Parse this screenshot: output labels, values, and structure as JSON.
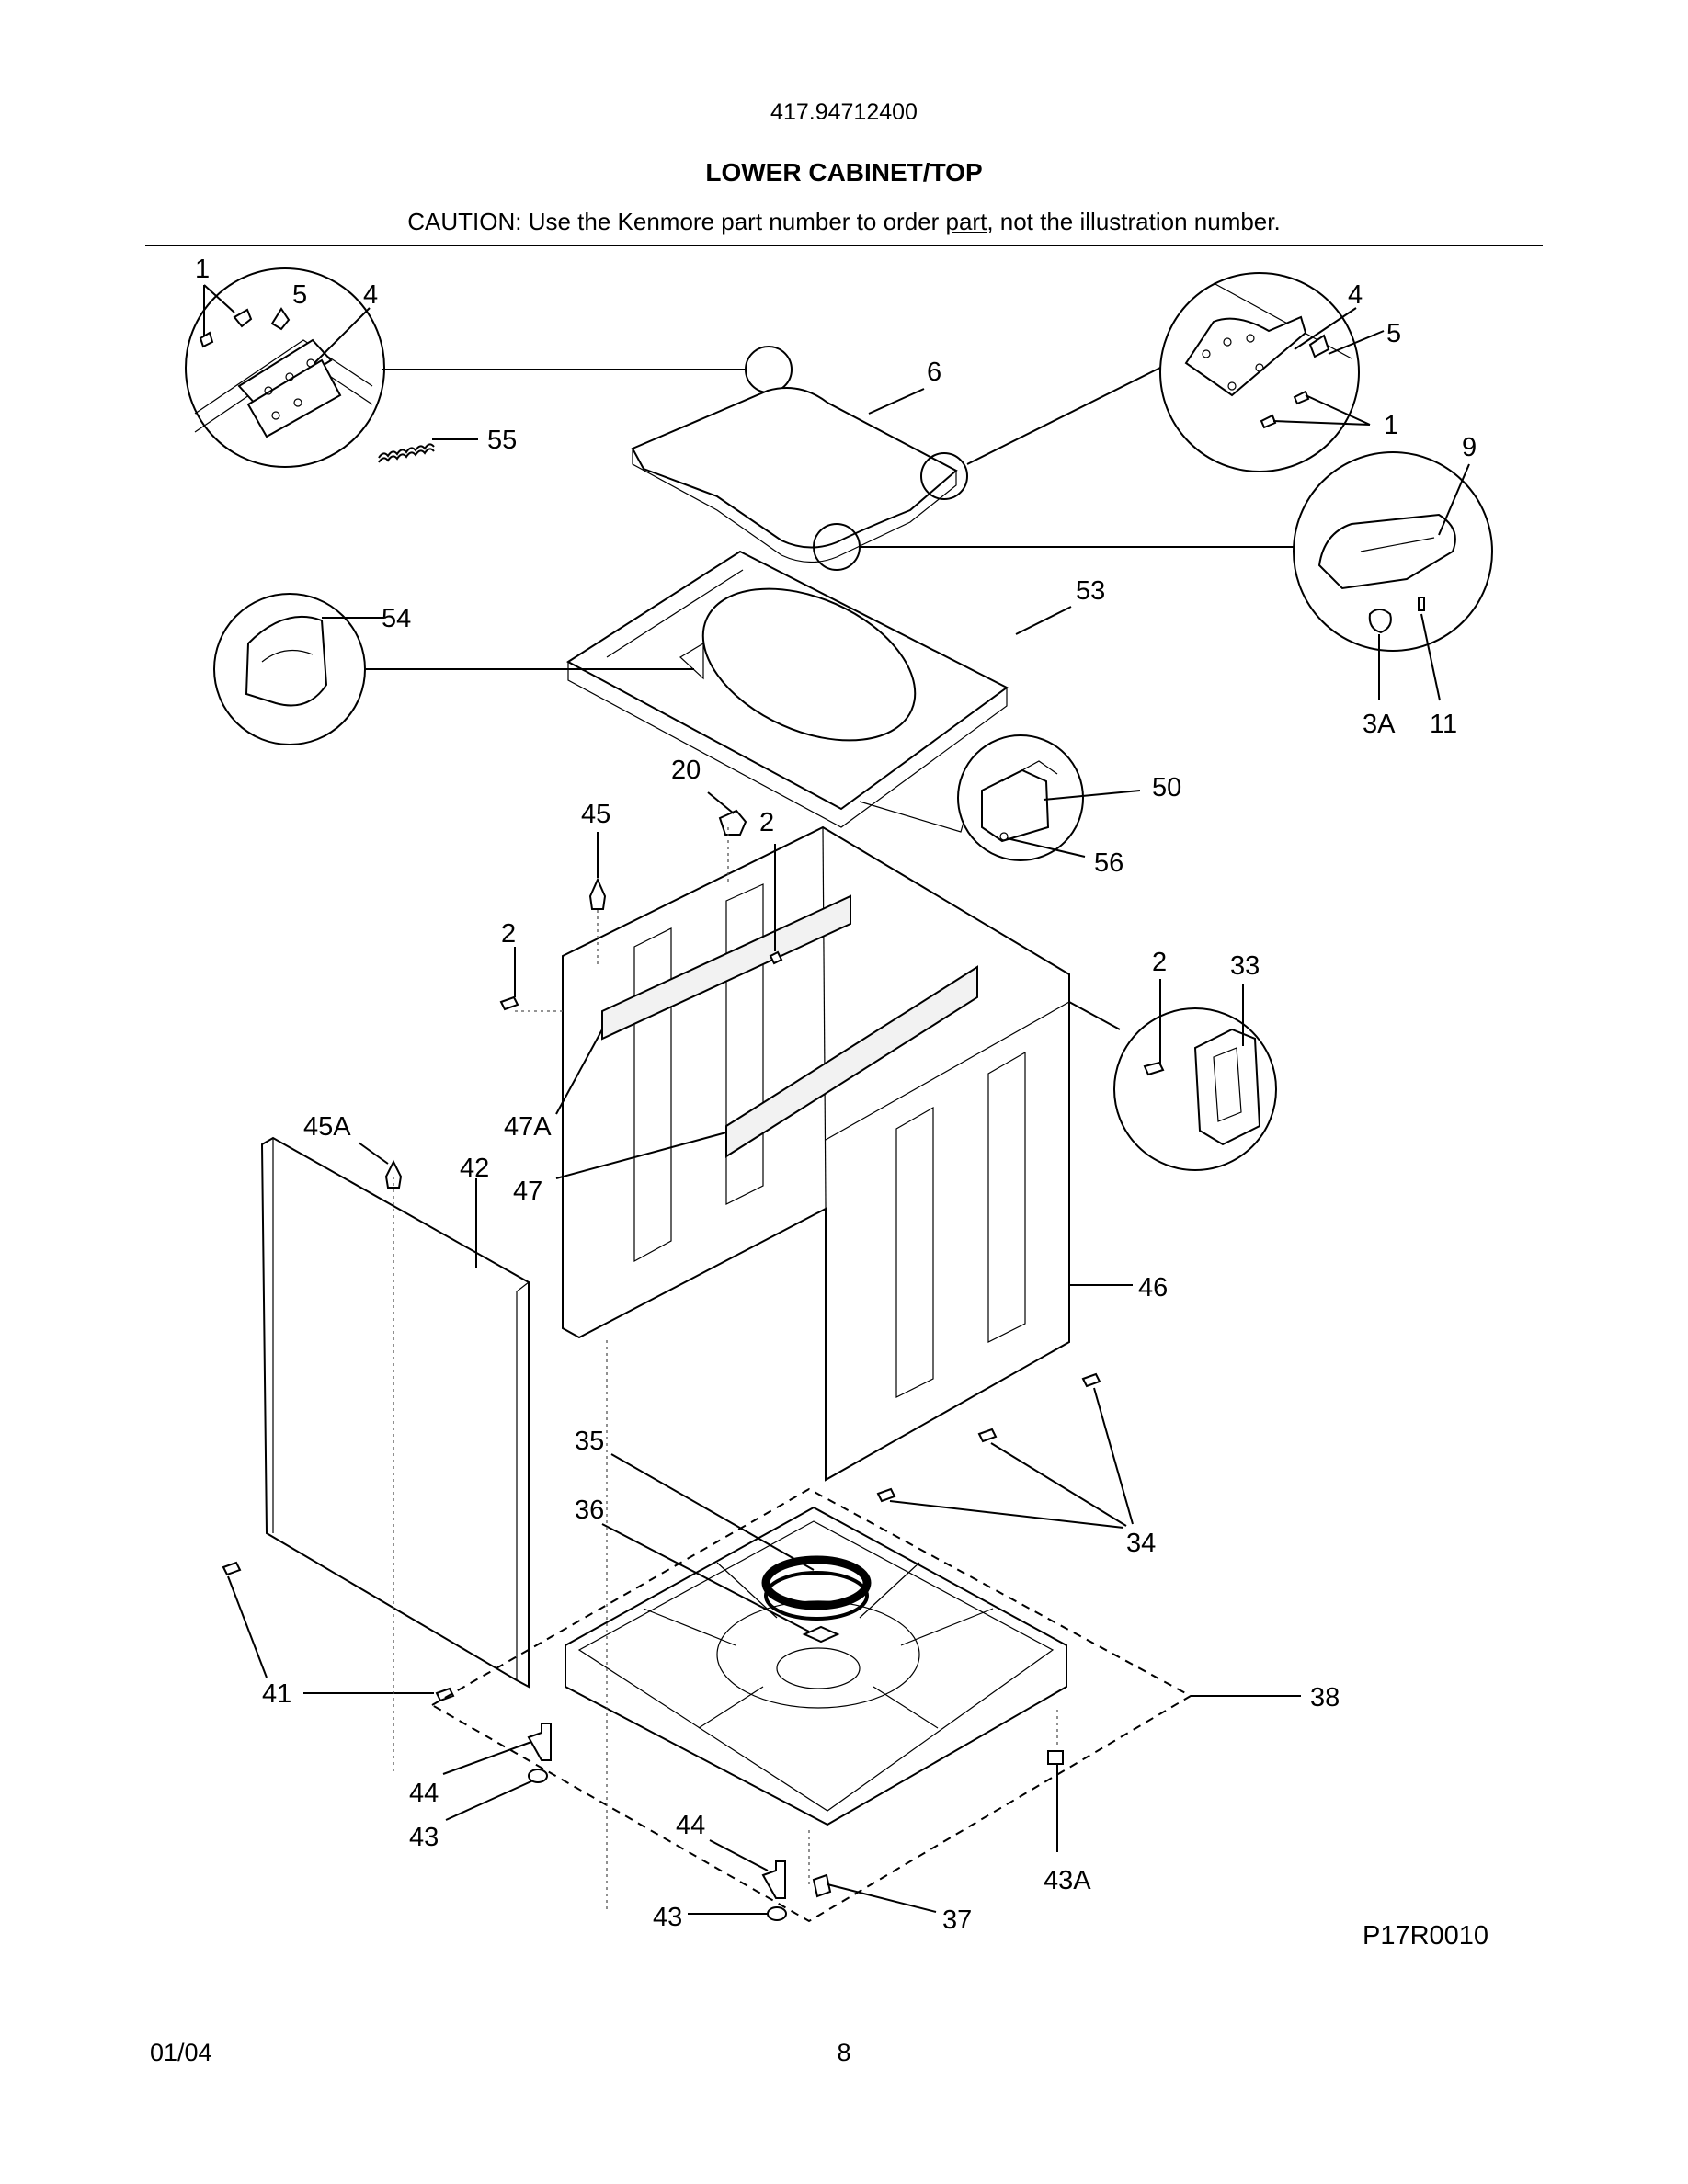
{
  "header": {
    "model_number": "417.94712400",
    "title": "LOWER CABINET/TOP",
    "caution_prefix": "CAUTION: Use the Kenmore part number to order ",
    "caution_link": "part",
    "caution_suffix": ", not the illustration number."
  },
  "diagram": {
    "code": "P17R0010",
    "callouts": {
      "c1a": "1",
      "c5a": "5",
      "c4a": "4",
      "c55": "55",
      "c6": "6",
      "c4b": "4",
      "c5b": "5",
      "c1b": "1",
      "c9": "9",
      "c54": "54",
      "c53": "53",
      "c3A": "3A",
      "c11": "11",
      "c20": "20",
      "c50": "50",
      "c56": "56",
      "c45": "45",
      "c2a": "2",
      "c2b": "2",
      "c2c": "2",
      "c33": "33",
      "c45A": "45A",
      "c47A": "47A",
      "c42": "42",
      "c47": "47",
      "c46": "46",
      "c35": "35",
      "c36": "36",
      "c34": "34",
      "c41": "41",
      "c38": "38",
      "c44a": "44",
      "c43a": "43",
      "c44b": "44",
      "c43A": "43A",
      "c43b": "43",
      "c37": "37"
    }
  },
  "footer": {
    "date": "01/04",
    "page": "8"
  }
}
